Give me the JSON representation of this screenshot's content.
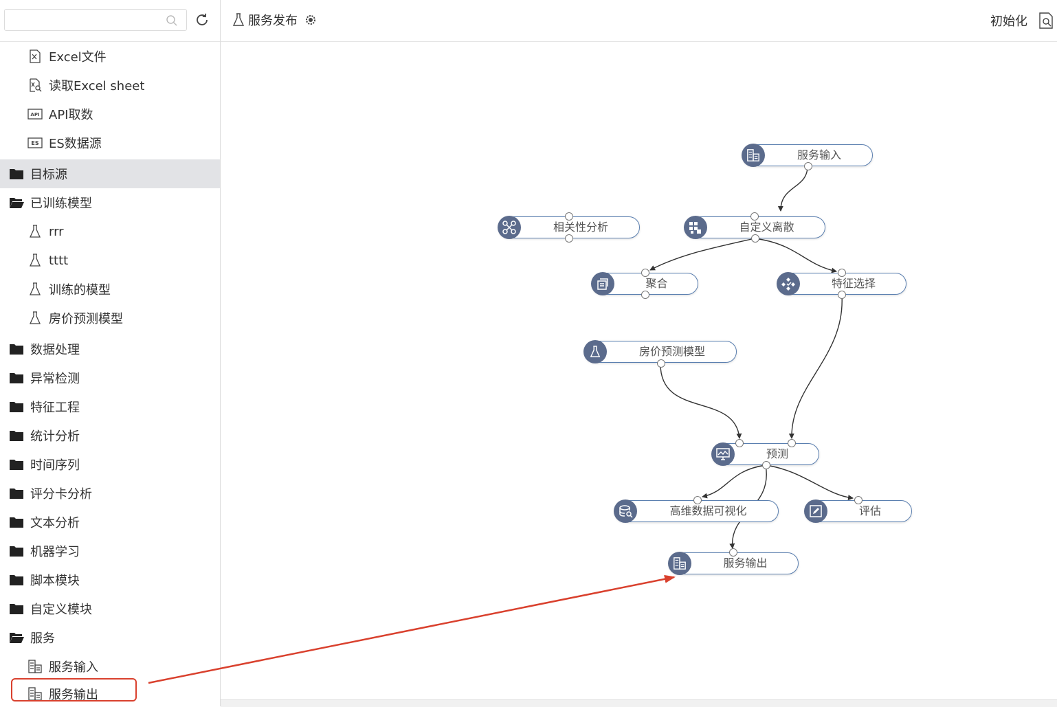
{
  "search": {
    "placeholder": "",
    "value": ""
  },
  "header": {
    "title": "服务发布",
    "init_label": "初始化"
  },
  "sidebar": {
    "items": [
      {
        "label": "Excel文件",
        "icon": "excel-file-icon",
        "level": 1
      },
      {
        "label": "读取Excel sheet",
        "icon": "excel-sheet-icon",
        "level": 1
      },
      {
        "label": "API取数",
        "icon": "api-icon",
        "level": 1
      },
      {
        "label": "ES数据源",
        "icon": "es-icon",
        "level": 1
      },
      {
        "label": "目标源",
        "icon": "folder-icon",
        "level": 0,
        "selected": true
      },
      {
        "label": "已训练模型",
        "icon": "folder-open-icon",
        "level": 0
      },
      {
        "label": "rrr",
        "icon": "flask-icon",
        "level": 1
      },
      {
        "label": "tttt",
        "icon": "flask-icon",
        "level": 1
      },
      {
        "label": "训练的模型",
        "icon": "flask-icon",
        "level": 1
      },
      {
        "label": "房价预测模型",
        "icon": "flask-icon",
        "level": 1
      },
      {
        "label": "数据处理",
        "icon": "folder-icon",
        "level": 0
      },
      {
        "label": "异常检测",
        "icon": "folder-icon",
        "level": 0
      },
      {
        "label": "特征工程",
        "icon": "folder-icon",
        "level": 0
      },
      {
        "label": "统计分析",
        "icon": "folder-icon",
        "level": 0
      },
      {
        "label": "时间序列",
        "icon": "folder-icon",
        "level": 0
      },
      {
        "label": "评分卡分析",
        "icon": "folder-icon",
        "level": 0
      },
      {
        "label": "文本分析",
        "icon": "folder-icon",
        "level": 0
      },
      {
        "label": "机器学习",
        "icon": "folder-icon",
        "level": 0
      },
      {
        "label": "脚本模块",
        "icon": "folder-icon",
        "level": 0
      },
      {
        "label": "自定义模块",
        "icon": "folder-icon",
        "level": 0
      },
      {
        "label": "服务",
        "icon": "folder-open-icon",
        "level": 0
      },
      {
        "label": "服务输入",
        "icon": "service-icon",
        "level": 1
      },
      {
        "label": "服务输出",
        "icon": "service-icon",
        "level": 1,
        "highlighted": true
      }
    ]
  },
  "flow": {
    "nodes": [
      {
        "id": "svc_in",
        "label": "服务输入",
        "icon": "service-icon"
      },
      {
        "id": "corr",
        "label": "相关性分析",
        "icon": "correlation-icon"
      },
      {
        "id": "disc",
        "label": "自定义离散",
        "icon": "discretize-icon"
      },
      {
        "id": "agg",
        "label": "聚合",
        "icon": "aggregate-icon"
      },
      {
        "id": "feat",
        "label": "特征选择",
        "icon": "feature-select-icon"
      },
      {
        "id": "model",
        "label": "房价预测模型",
        "icon": "flask-icon"
      },
      {
        "id": "pred",
        "label": "预测",
        "icon": "predict-icon"
      },
      {
        "id": "hdv",
        "label": "高维数据可视化",
        "icon": "visualize-icon"
      },
      {
        "id": "eval",
        "label": "评估",
        "icon": "evaluate-icon"
      },
      {
        "id": "svc_out",
        "label": "服务输出",
        "icon": "service-icon"
      }
    ]
  },
  "annotation": {
    "color": "#d9402d"
  },
  "colors": {
    "node_icon_bg": "#5b6b8c",
    "node_border": "#5a7fb0",
    "selected_bg": "#e2e3e6"
  }
}
